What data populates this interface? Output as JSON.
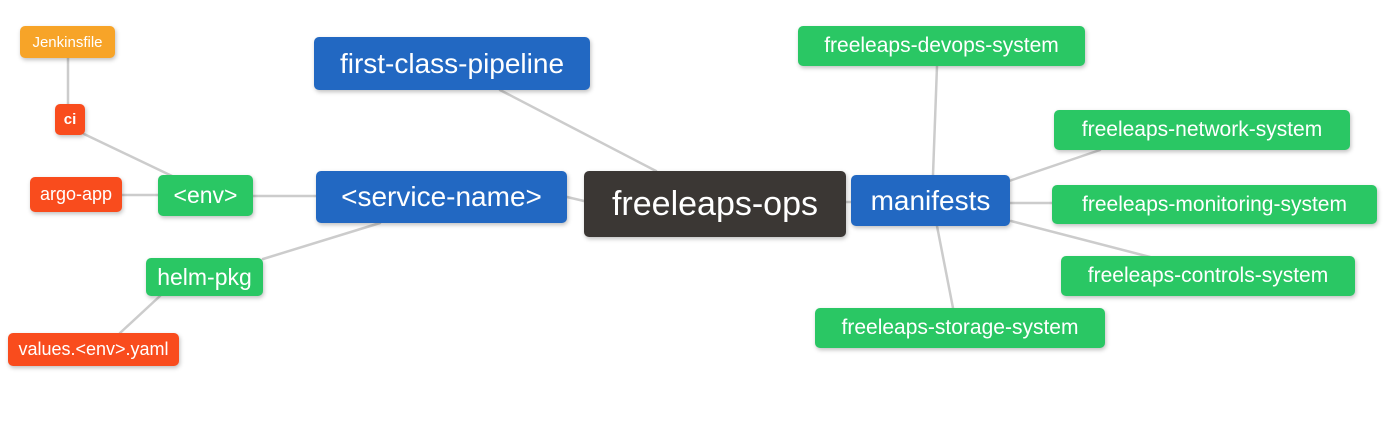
{
  "diagram": {
    "type": "mindmap",
    "root_label": "freeleaps-ops",
    "palette": {
      "root_bg": "#3b3734",
      "branch_bg": "#2268c2",
      "leaf_green_bg": "#2ac764",
      "leaf_red_bg": "#f94c1d",
      "leaf_orange_bg": "#f7a428",
      "edge": "#cccccc",
      "text": "#ffffff",
      "background": "#ffffff"
    }
  },
  "nodes": [
    {
      "label": "freeleaps-ops",
      "color": "dark",
      "level": "root"
    },
    {
      "label": "first-class-pipeline",
      "color": "blue",
      "level": "branch"
    },
    {
      "label": "<service-name>",
      "color": "blue",
      "level": "branch"
    },
    {
      "label": "manifests",
      "color": "blue",
      "level": "branch"
    },
    {
      "label": "<env>",
      "color": "green",
      "level": "sub-branch"
    },
    {
      "label": "helm-pkg",
      "color": "green",
      "level": "sub-branch"
    },
    {
      "label": "ci",
      "color": "red",
      "level": "leaf"
    },
    {
      "label": "argo-app",
      "color": "red",
      "level": "leaf"
    },
    {
      "label": "Jenkinsfile",
      "color": "orange",
      "level": "leaf"
    },
    {
      "label": "values.<env>.yaml",
      "color": "red",
      "level": "leaf"
    },
    {
      "label": "freeleaps-devops-system",
      "color": "green",
      "level": "sub-branch"
    },
    {
      "label": "freeleaps-network-system",
      "color": "green",
      "level": "sub-branch"
    },
    {
      "label": "freeleaps-monitoring-system",
      "color": "green",
      "level": "sub-branch"
    },
    {
      "label": "freeleaps-controls-system",
      "color": "green",
      "level": "sub-branch"
    },
    {
      "label": "freeleaps-storage-system",
      "color": "green",
      "level": "sub-branch"
    }
  ],
  "edges": [
    {
      "from": "freeleaps-ops",
      "to": "first-class-pipeline"
    },
    {
      "from": "freeleaps-ops",
      "to": "<service-name>"
    },
    {
      "from": "freeleaps-ops",
      "to": "manifests"
    },
    {
      "from": "<service-name>",
      "to": "<env>"
    },
    {
      "from": "<service-name>",
      "to": "helm-pkg"
    },
    {
      "from": "<env>",
      "to": "ci"
    },
    {
      "from": "<env>",
      "to": "argo-app"
    },
    {
      "from": "ci",
      "to": "Jenkinsfile"
    },
    {
      "from": "helm-pkg",
      "to": "values.<env>.yaml"
    },
    {
      "from": "manifests",
      "to": "freeleaps-devops-system"
    },
    {
      "from": "manifests",
      "to": "freeleaps-network-system"
    },
    {
      "from": "manifests",
      "to": "freeleaps-monitoring-system"
    },
    {
      "from": "manifests",
      "to": "freeleaps-controls-system"
    },
    {
      "from": "manifests",
      "to": "freeleaps-storage-system"
    }
  ]
}
